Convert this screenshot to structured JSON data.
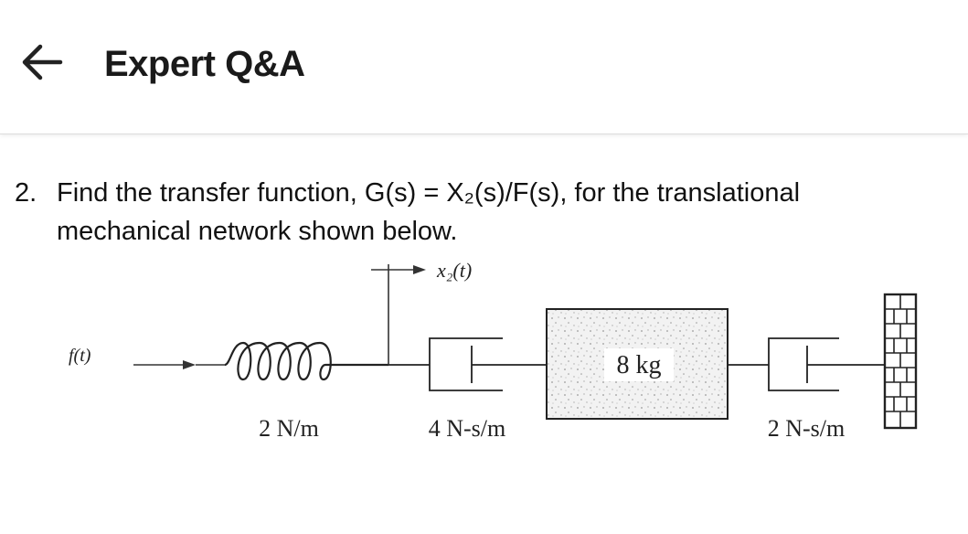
{
  "header": {
    "title": "Expert Q&A",
    "back_icon": "arrow-left-icon"
  },
  "question": {
    "number": "2.",
    "line1": "Find the transfer function, G(s) = X₂(s)/F(s), for the translational",
    "line2": "mechanical network shown below."
  },
  "diagram": {
    "force_label": "f(t)",
    "displacement_label": "x₂(t)",
    "spring_label": "2 N/m",
    "damper1_label": "4 N-s/m",
    "mass_label": "8 kg",
    "damper2_label": "2 N-s/m"
  }
}
